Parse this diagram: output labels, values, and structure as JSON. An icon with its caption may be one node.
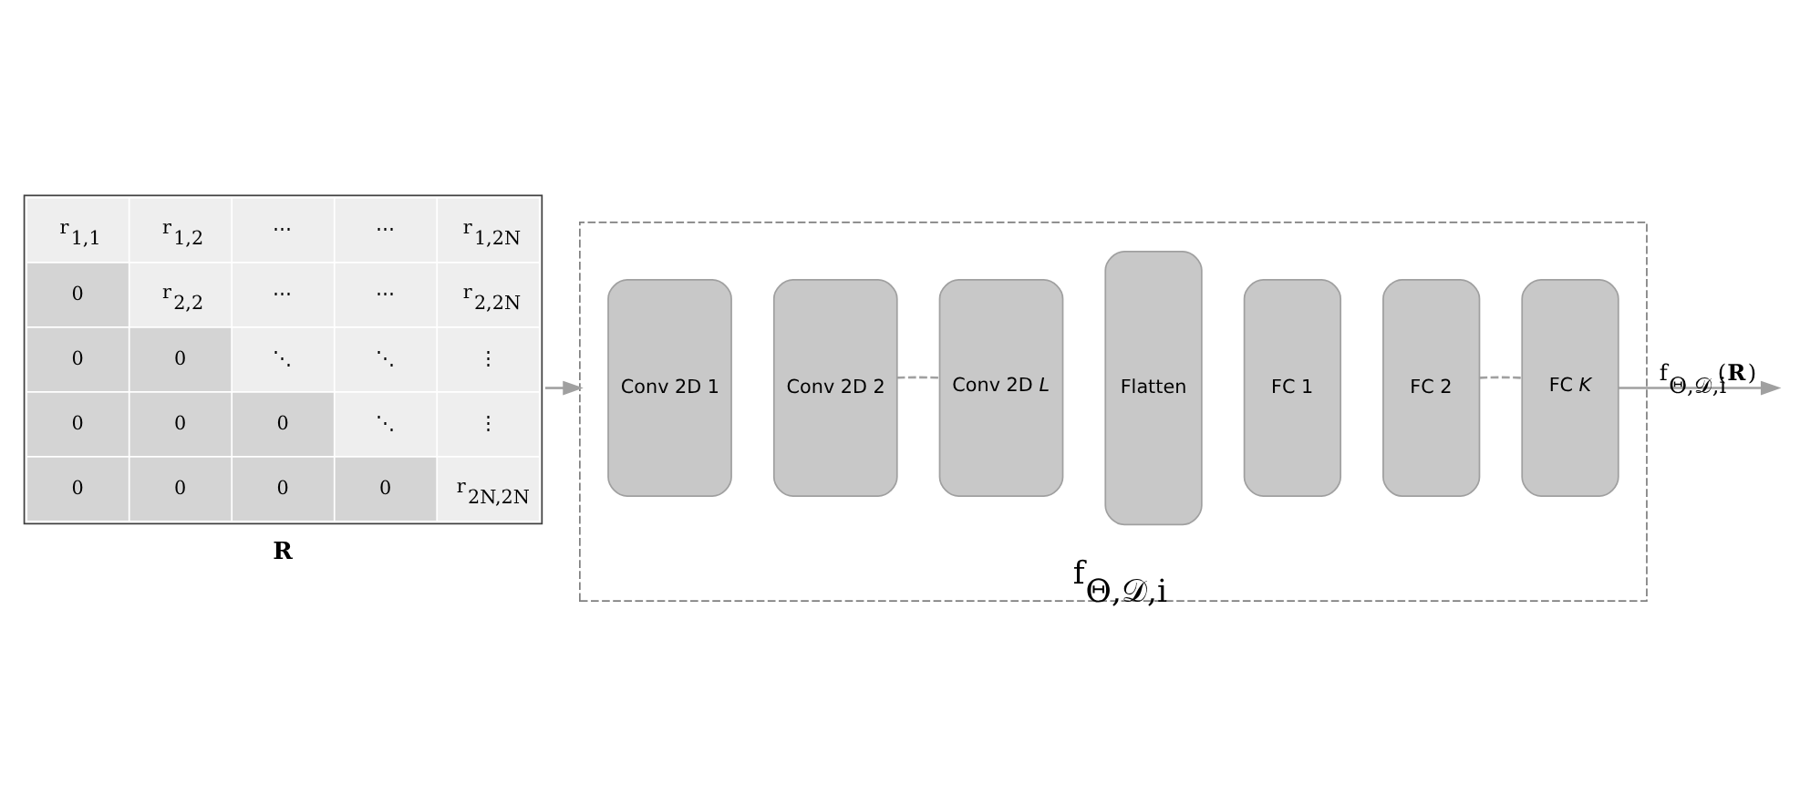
{
  "diagram": {
    "nodes": [
      {
        "text": [
          "r$_{1,1}$",
          "r$_{1,2}$",
          "⋯",
          "⋯",
          "r$_{1,2N}$",
          "0",
          "r$_{2,2}$",
          "⋯",
          "⋯",
          "r$_{2,2N}$",
          "0",
          "0",
          "⋱",
          "⋱",
          "⋮",
          "0",
          "0",
          "0",
          "⋱",
          "⋮",
          "0",
          "0",
          "0",
          "0",
          "r$_{2N,2N}$"
        ],
        "beside": [
          "R"
        ]
      },
      {
        "text": [
          "f$_{Θ,𝒟,i}$"
        ]
      },
      {
        "text": [
          "Conv 2D 1"
        ],
        "in": 1
      },
      {
        "text": [
          "Conv 2D 2"
        ],
        "in": 1
      },
      {
        "text": [
          "Conv 2D *L*"
        ],
        "in": 1
      },
      {
        "text": [
          "Flatten"
        ],
        "in": 1
      },
      {
        "text": [
          "FC 1"
        ],
        "in": 1
      },
      {
        "text": [
          "FC 2"
        ],
        "in": 1
      },
      {
        "text": [
          "FC *K*"
        ],
        "in": 1
      }
    ],
    "edges": [
      {
        "from": 0,
        "to": 1,
        "arrow": "to"
      },
      {
        "from": 3,
        "to": 4,
        "arrow": "none",
        "style": "dashed"
      },
      {
        "from": 7,
        "to": 8,
        "arrow": "none",
        "style": "dashed"
      },
      {
        "from": 8,
        "to": null,
        "arrow": "to",
        "label": "f$_{Θ,𝒟,i}$(**R**)"
      }
    ]
  }
}
